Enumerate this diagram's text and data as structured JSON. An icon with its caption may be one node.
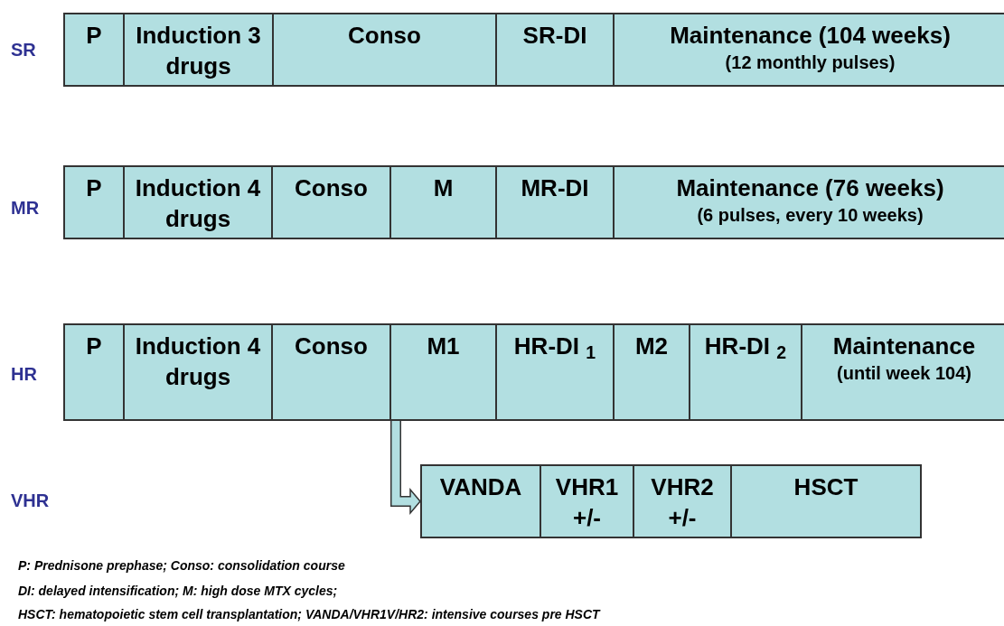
{
  "diagram": {
    "nodes": [
      {
        "text": [
          "P"
        ]
      },
      {
        "text": [
          "Induction 3 drugs"
        ]
      },
      {
        "text": [
          "Conso"
        ]
      },
      {
        "text": [
          "SR-DI"
        ]
      },
      {
        "text": [
          "Maintenance (104 weeks)",
          "(12 monthly pulses)"
        ]
      },
      {
        "text": [
          "P"
        ]
      },
      {
        "text": [
          "Induction 4 drugs"
        ]
      },
      {
        "text": [
          "Conso"
        ]
      },
      {
        "text": [
          "M"
        ]
      },
      {
        "text": [
          "MR-DI"
        ]
      },
      {
        "text": [
          "Maintenance (76 weeks)",
          "(6 pulses, every 10 weeks)"
        ]
      },
      {
        "text": [
          "P"
        ]
      },
      {
        "text": [
          "Induction 4 drugs"
        ]
      },
      {
        "text": [
          "Conso"
        ]
      },
      {
        "text": [
          "M1"
        ]
      },
      {
        "text": [
          "HR-DI $_{1}$"
        ]
      },
      {
        "text": [
          "M2"
        ]
      },
      {
        "text": [
          "HR-DI $_{2}$"
        ]
      },
      {
        "text": [
          "Maintenance",
          "(until week 104)"
        ]
      },
      {
        "text": [
          "VANDA"
        ]
      },
      {
        "text": [
          "VHR1 +/-"
        ]
      },
      {
        "text": [
          "VHR2 +/-"
        ]
      },
      {
        "text": [
          "HSCT"
        ]
      }
    ],
    "edges": [
      {
        "from": 14,
        "to": 19,
        "arrow": "to"
      }
    ],
    "labels": [
      "SR",
      "MR",
      "HR",
      "VHR",
      "P: Prednisone prephase; Conso: consolidation course",
      "DI: delayed intensification; M: high dose MTX cycles;",
      "HSCT: hematopoietic stem cell transplantation; VANDA/VHR1V/HR2: intensive courses pre HSCT"
    ]
  }
}
